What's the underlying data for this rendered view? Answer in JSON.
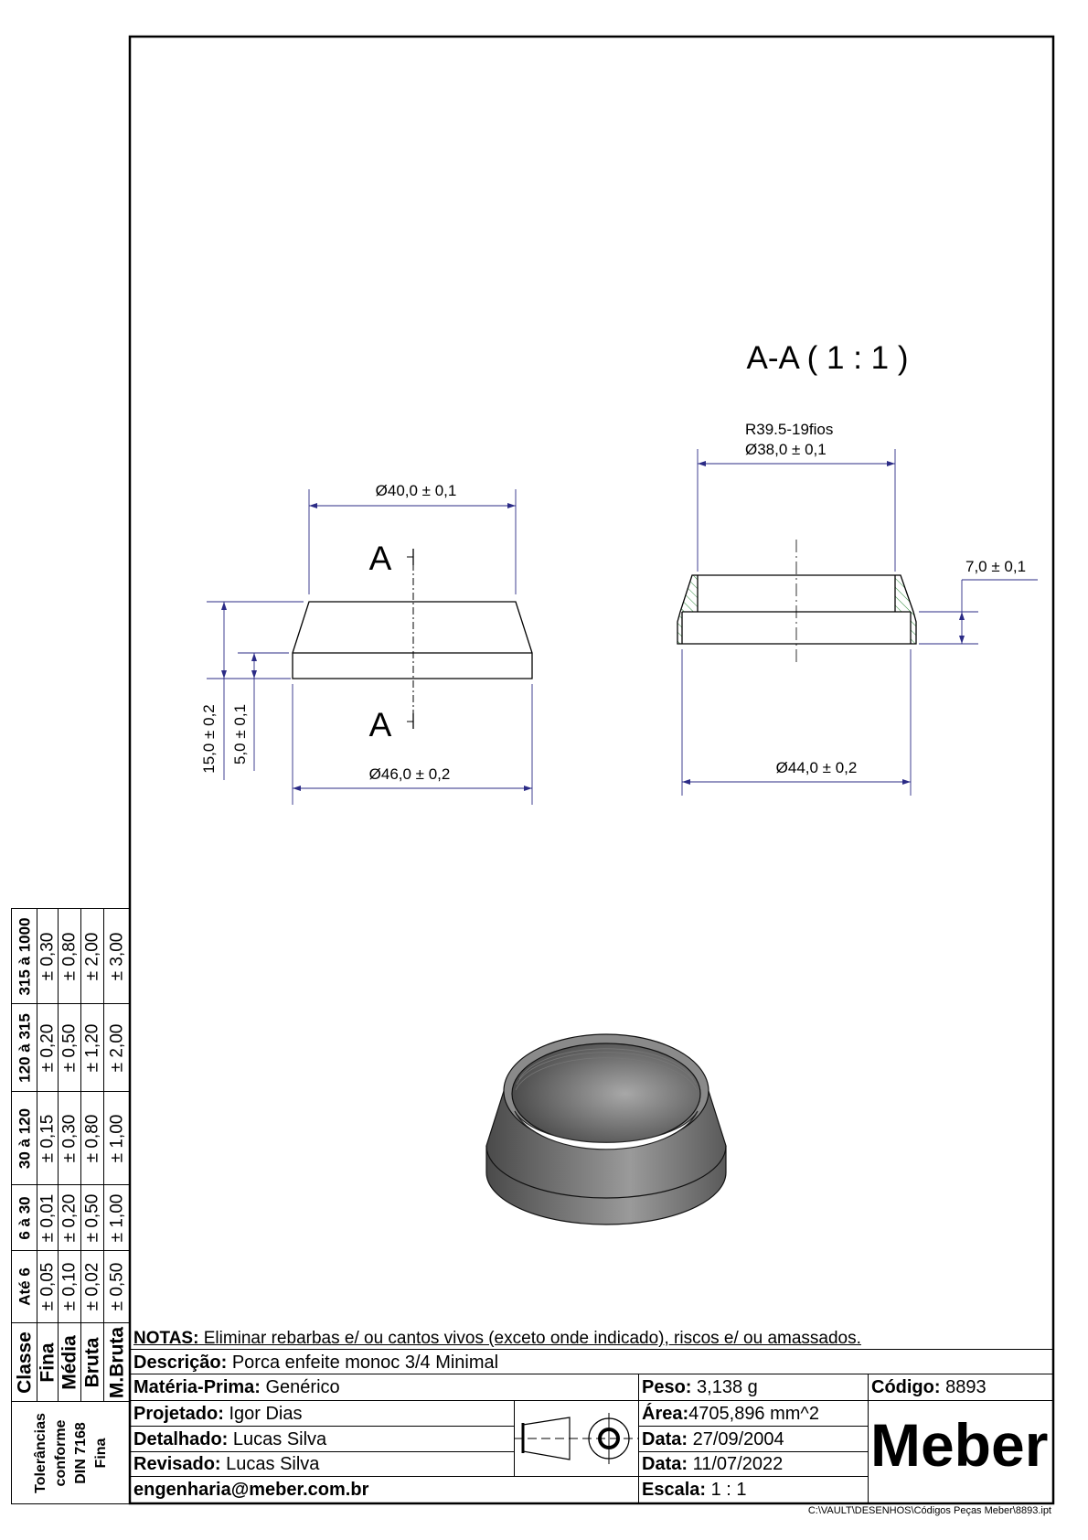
{
  "views": {
    "section_title": "A-A ( 1 : 1 )",
    "section_label_top": "A",
    "section_label_bottom": "A",
    "dims": {
      "d40": "Ø40,0 ± 0,1",
      "d46": "Ø46,0 ± 0,2",
      "h15": "15,0 ± 0,2",
      "h5": "5,0 ± 0,1",
      "thread": "R39.5-19fios",
      "d38": "Ø38,0 ± 0,1",
      "h7": "7,0 ± 0,1",
      "d44": "Ø44,0 ± 0,2"
    }
  },
  "tolerance_table": {
    "header_label": "Classe",
    "ranges": [
      "Até 6",
      "6 à 30",
      "30 à 120",
      "120 à 315",
      "315 à 1000"
    ],
    "classes": [
      {
        "name": "Fina",
        "values": [
          "± 0,05",
          "± 0,01",
          "± 0,15",
          "± 0,20",
          "± 0,30"
        ]
      },
      {
        "name": "Média",
        "values": [
          "± 0,10",
          "± 0,20",
          "± 0,30",
          "± 0,50",
          "± 0,80"
        ]
      },
      {
        "name": "Bruta",
        "values": [
          "± 0,02",
          "± 0,50",
          "± 0,80",
          "± 1,20",
          "± 2,00"
        ]
      },
      {
        "name": "M.Bruta",
        "values": [
          "± 0,50",
          "± 1,00",
          "± 1,00",
          "± 2,00",
          "± 3,00"
        ]
      }
    ],
    "standard_lines": [
      "Tolerâncias",
      "conforme",
      "DIN 7168",
      "Fina"
    ]
  },
  "title_block": {
    "notes_label": "NOTAS:",
    "notes_text": " Eliminar rebarbas e/ ou cantos vivos (exceto onde indicado), riscos e/ ou amassados.",
    "description_label": "Descrição:",
    "description": " Porca enfeite monoc 3/4 Minimal",
    "material_label": "Matéria-Prima:",
    "material": " Genérico",
    "weight_label": "Peso:",
    "weight": " 3,138 g",
    "code_label": "Código:",
    "code": " 8893",
    "designed_label": "Projetado:",
    "designed": " Igor Dias",
    "detailed_label": "Detalhado:",
    "detailed": " Lucas Silva",
    "revised_label": "Revisado:",
    "revised": " Lucas Silva",
    "email": "engenharia@meber.com.br",
    "area_label": "Área:",
    "area": "4705,896 mm^2",
    "date1_label": "Data:",
    "date1": " 27/09/2004",
    "date2_label": "Data:",
    "date2": " 11/07/2022",
    "scale_label": "Escala:",
    "scale": " 1 : 1",
    "logo": "Meber"
  },
  "file_path": "C:\\VAULT\\DESENHOS\\Códigos Peças Meber\\8893.ipt",
  "colors": {
    "dimension": "#2b2b86",
    "hatch": "#2e8b3a",
    "part": "#000000"
  }
}
